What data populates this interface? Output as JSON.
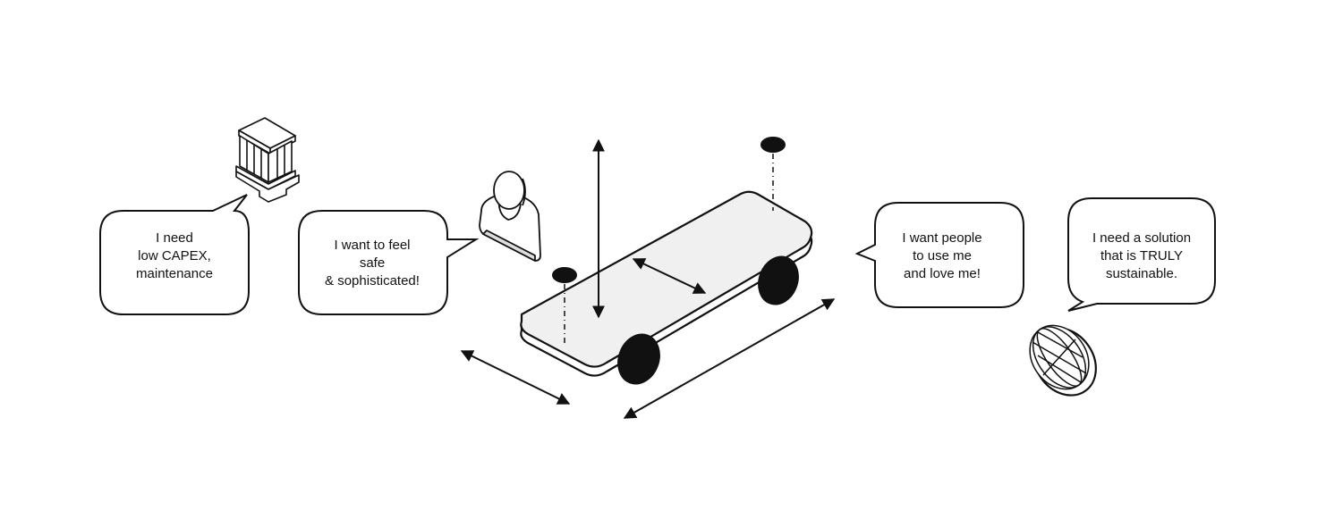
{
  "colors": {
    "ink": "#111111",
    "platform_fill": "#f0f0f0",
    "background": "#ffffff"
  },
  "bubbles": {
    "bank": {
      "lines": [
        "I need",
        "low CAPEX,",
        "maintenance"
      ]
    },
    "person": {
      "lines": [
        "I want to feel",
        "safe",
        "& sophisticated!"
      ]
    },
    "vehicle": {
      "lines": [
        "I want people",
        "to use me",
        "and love me!"
      ]
    },
    "planet": {
      "lines": [
        "I need a solution",
        "that is TRULY",
        "sustainable."
      ]
    }
  },
  "icons": {
    "bank": "bank-building-icon",
    "person": "user-bust-icon",
    "planet": "globe-icon",
    "vehicle": "vehicle-platform-icon"
  }
}
